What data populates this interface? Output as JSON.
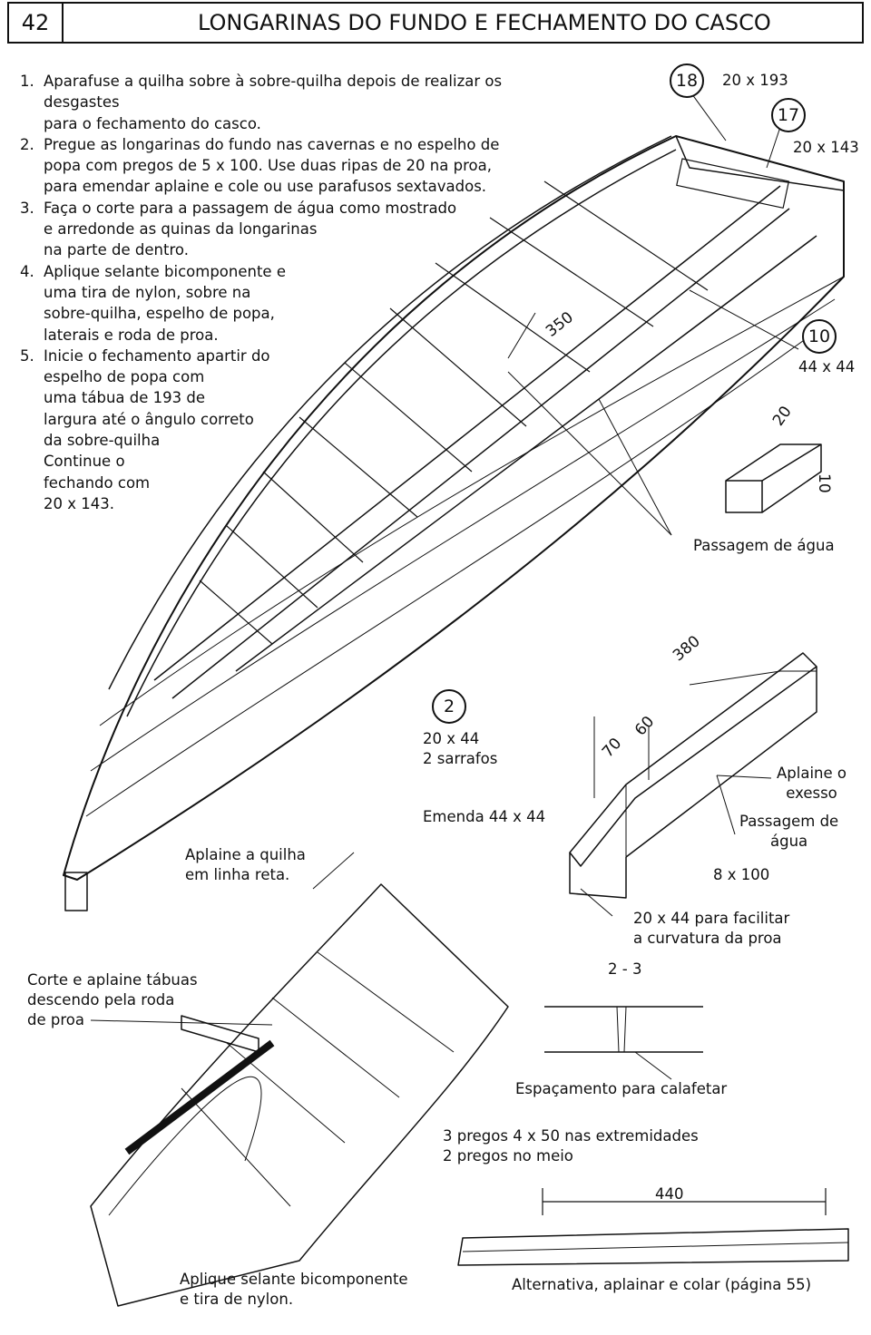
{
  "header": {
    "page_number": "42",
    "title": "LONGARINAS DO FUNDO E FECHAMENTO DO CASCO"
  },
  "steps": [
    {
      "n": "1.",
      "text": "Aparafuse a quilha sobre à sobre-quilha depois de realizar os desgastes\npara o fechamento do casco."
    },
    {
      "n": "2.",
      "text": "Pregue as longarinas do fundo nas cavernas e no espelho de\npopa com pregos de 5 x 100. Use duas ripas de 20 na proa,\npara emendar aplaine e cole ou use  parafusos sextavados."
    },
    {
      "n": "3.",
      "text": "Faça o corte para a passagem de água como mostrado\ne arredonde as quinas da longarinas\nna parte de dentro."
    },
    {
      "n": "4.",
      "text": "Aplique selante bicomponente e\numa tira de nylon, sobre na\nsobre-quilha, espelho de popa,\nlaterais e roda de proa."
    },
    {
      "n": "5.",
      "text": "Inicie o fechamento apartir do\nespelho de popa com\numa tábua de 193 de\nlargura até o ângulo correto\nda sobre-quilha\nContinue o\nfechando com\n20 x 143."
    }
  ],
  "callouts": {
    "c18": "18",
    "c17": "17",
    "c10": "10",
    "c2": "2",
    "dim_20x193": "20 x 193",
    "dim_20x143": "20 x 143",
    "dim_44x44": "44 x 44",
    "dim_350": "350",
    "dim_20": "20",
    "dim_10": "10",
    "passagem_1": "Passagem de água",
    "dim_380": "380",
    "dim_70": "70",
    "dim_60": "60",
    "sarrafos": "20 x 44\n2 sarrafos",
    "emenda": "Emenda 44 x 44",
    "aplaine_exesso": "Aplaine o\nexesso",
    "passagem_2": "Passagem de\nágua",
    "dim_8x100": "8 x 100",
    "aplaine_quilha": "Aplaine a quilha\nem linha reta.",
    "facilitar": "20 x 44 para facilitar\na curvatura da proa",
    "corte_aplaine": "Corte e aplaine tábuas\ndescendo pela roda\nde proa",
    "dim_2_3": "2 - 3",
    "espacamento": "Espaçamento para calafetar",
    "pregos": "3 pregos 4 x 50 nas extremidades\n2 pregos no meio",
    "dim_440": "440",
    "selante": "Aplique selante bicomponente\ne tira de nylon.",
    "alternativa": "Alternativa, aplainar e colar  (página 55)"
  }
}
